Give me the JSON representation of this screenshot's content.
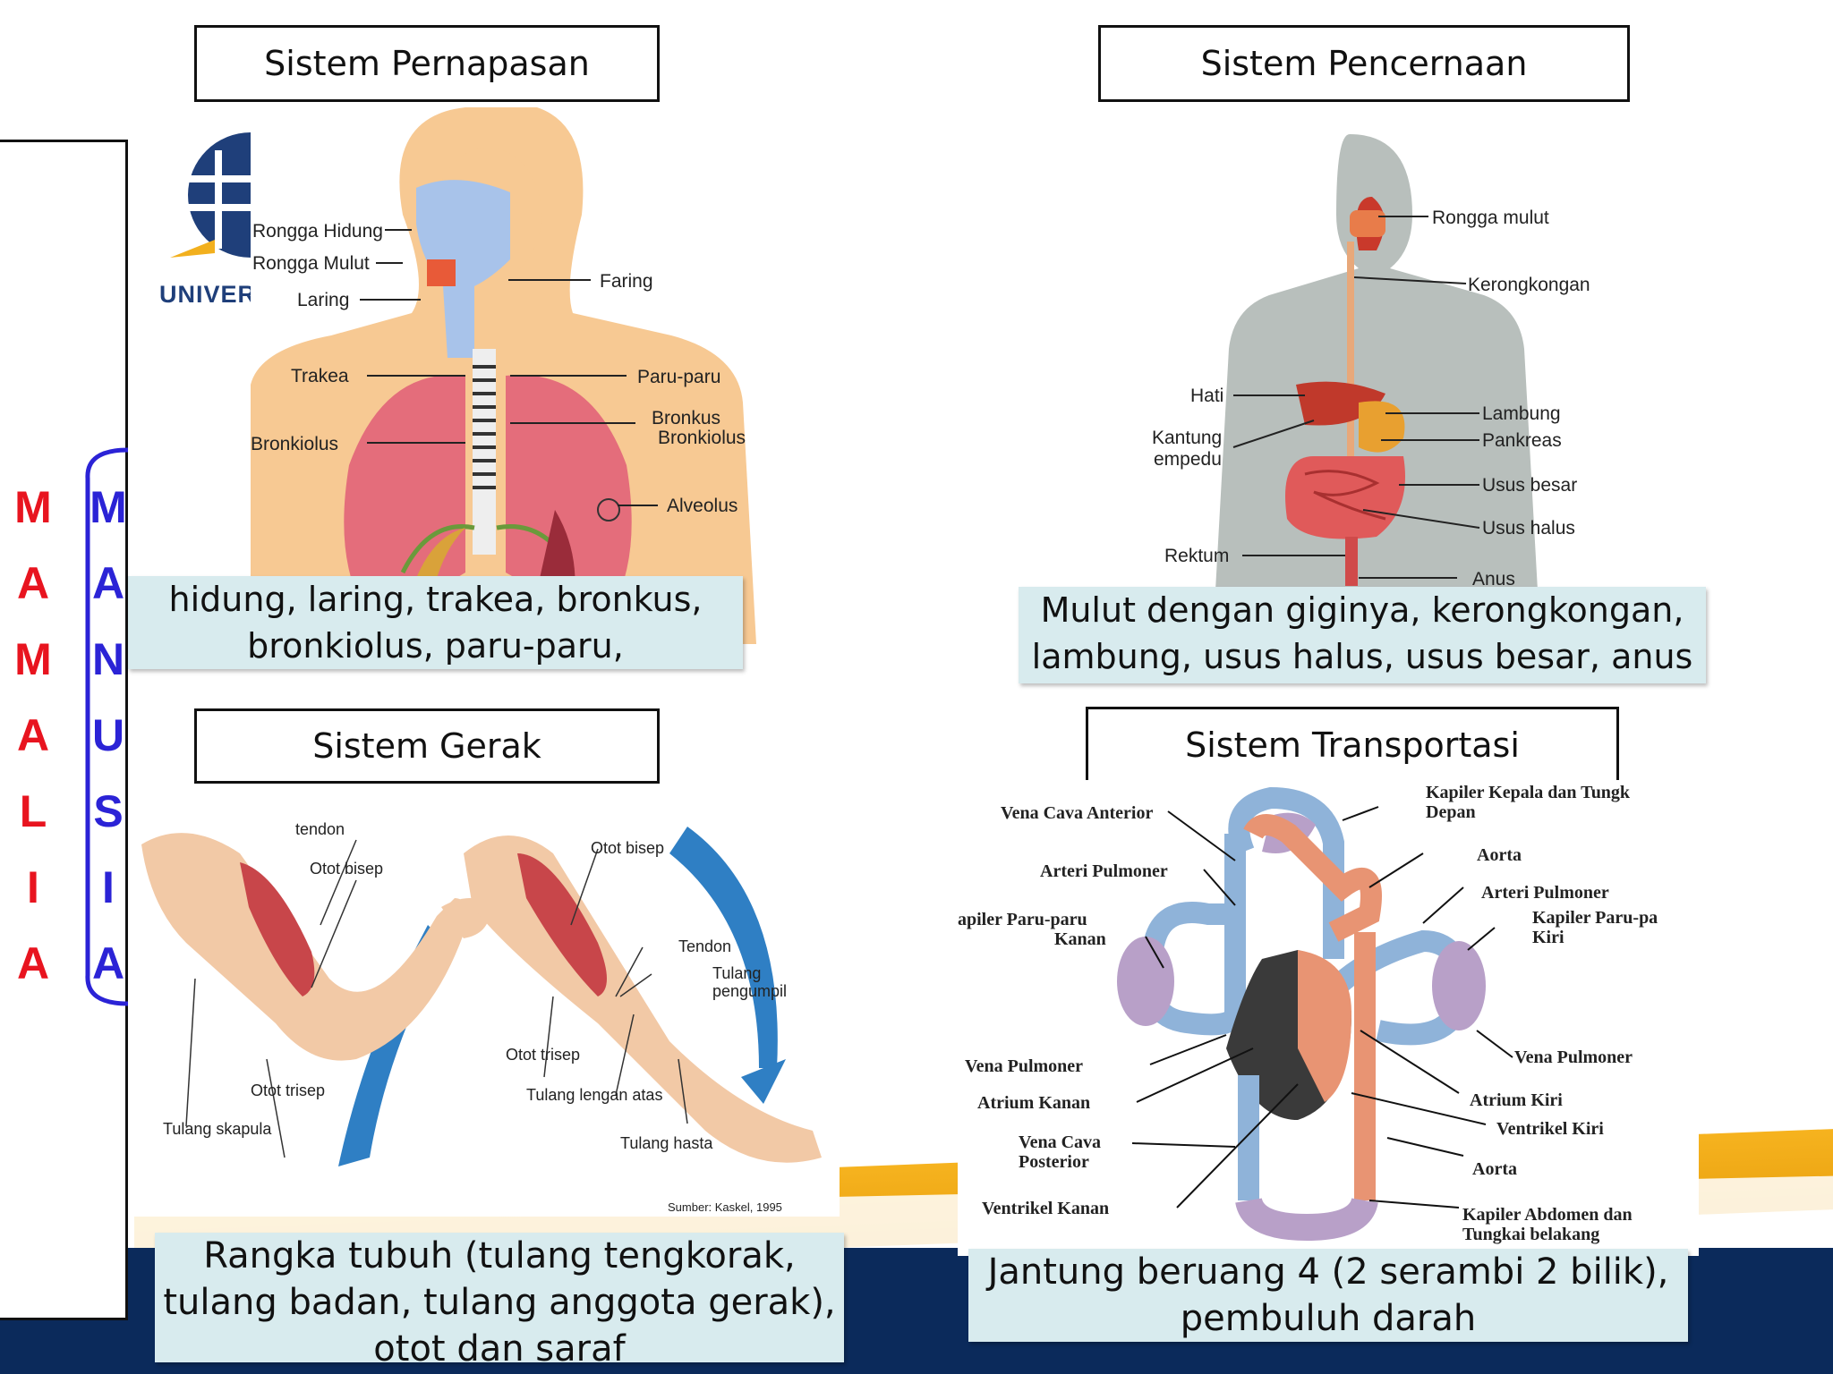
{
  "side": {
    "mamalia": [
      "M",
      "A",
      "M",
      "A",
      "L",
      "I",
      "A"
    ],
    "manusia": [
      "M",
      "A",
      "N",
      "U",
      "S",
      "I",
      "A"
    ]
  },
  "logo": {
    "text": "UNIVERS"
  },
  "respiration": {
    "title": "Sistem Pernapasan",
    "caption": "hidung, laring, trakea, bronkus, bronkiolus, paru-paru,",
    "labels": {
      "rongga_hidung": "Rongga Hidung",
      "rongga_mulut": "Rongga Mulut",
      "laring": "Laring",
      "faring": "Faring",
      "trakea": "Trakea",
      "paru_paru": "Paru-paru",
      "bronkus": "Bronkus",
      "bronkiolus_left": "Bronkiolus",
      "bronkiolus_right": "Bronkiolus",
      "alveolus": "Alveolus"
    }
  },
  "digestion": {
    "title": "Sistem Pencernaan",
    "caption": "Mulut dengan giginya, kerongkongan, lambung, usus halus, usus besar, anus",
    "labels": {
      "rongga_mulut": "Rongga mulut",
      "kerongkongan": "Kerongkongan",
      "hati": "Hati",
      "kantung": "Kantung",
      "empedu": "empedu",
      "lambung": "Lambung",
      "pankreas": "Pankreas",
      "usus_besar": "Usus besar",
      "usus_halus": "Usus halus",
      "rektum": "Rektum",
      "anus": "Anus"
    }
  },
  "movement": {
    "title": "Sistem Gerak",
    "caption": "Rangka tubuh (tulang tengkorak, tulang badan, tulang anggota gerak), otot dan saraf",
    "labels": {
      "tendon1": "tendon",
      "otot_bisep1": "Otot bisep",
      "otot_trisep1": "Otot trisep",
      "tulang_skapula": "Tulang skapula",
      "otot_bisep2": "Otot bisep",
      "tendon2": "Tendon",
      "tulang_pengumpil_1": "Tulang",
      "tulang_pengumpil_2": "pengumpil",
      "otot_trisep2": "Otot trisep",
      "tulang_lengan_atas": "Tulang lengan atas",
      "tulang_hasta": "Tulang hasta",
      "sumber": "Sumber: Kaskel, 1995"
    }
  },
  "transport": {
    "title": "Sistem Transportasi",
    "caption": "Jantung beruang 4 (2 serambi 2 bilik), pembuluh darah",
    "labels": {
      "vena_cava_anterior": "Vena Cava Anterior",
      "kapiler_kepala_1": "Kapiler Kepala dan Tungk",
      "kapiler_kepala_2": "Depan",
      "aorta_top": "Aorta",
      "arteri_pulmoner_left": "Arteri Pulmoner",
      "arteri_pulmoner_right": "Arteri Pulmoner",
      "kapiler_paru_kanan_1": "apiler Paru-paru",
      "kapiler_paru_kanan_2": "Kanan",
      "kapiler_paru_kiri_1": "Kapiler Paru-pa",
      "kapiler_paru_kiri_2": "Kiri",
      "vena_pulmoner_left": "Vena Pulmoner",
      "vena_pulmoner_right": "Vena Pulmoner",
      "atrium_kanan": "Atrium Kanan",
      "atrium_kiri": "Atrium Kiri",
      "ventrikel_kiri": "Ventrikel Kiri",
      "vena_cava_posterior_1": "Vena Cava",
      "vena_cava_posterior_2": "Posterior",
      "aorta_bottom": "Aorta",
      "ventrikel_kanan": "Ventrikel Kanan",
      "kapiler_abdomen_1": "Kapiler Abdomen dan",
      "kapiler_abdomen_2": "Tungkai belakang"
    }
  },
  "colors": {
    "mamalia": "#e8141f",
    "manusia": "#2b23d6",
    "caption_bg": "#d8ebee",
    "band_navy": "#0b2a5b",
    "band_gold": "#f6b31f"
  }
}
